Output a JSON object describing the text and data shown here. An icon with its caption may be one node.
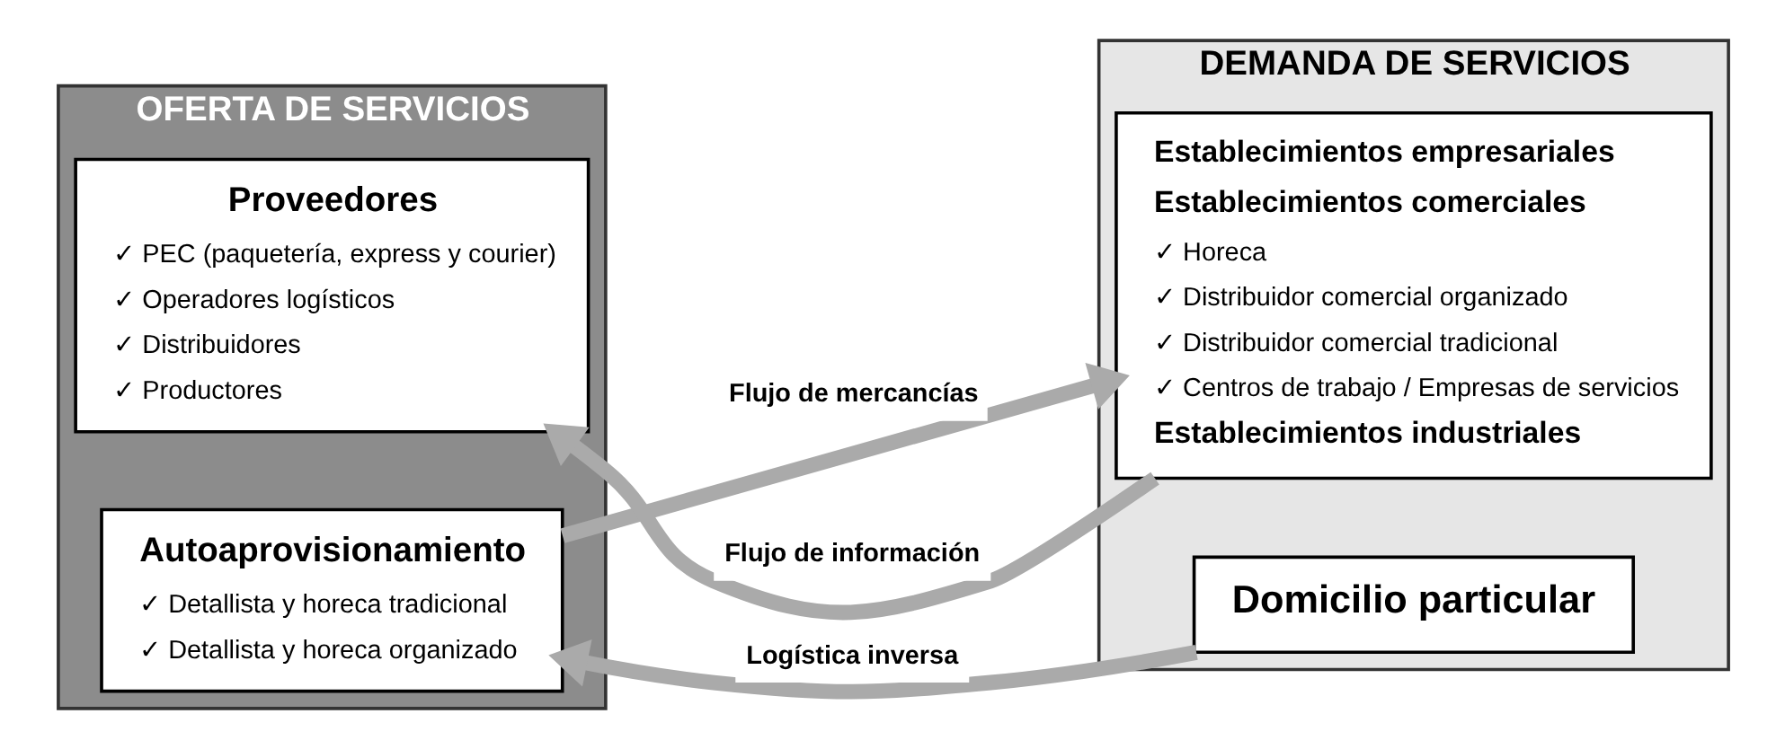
{
  "diagram": {
    "nodes": [
      {
        "text": [
          "OFERTA DE SERVICIOS"
        ]
      },
      {
        "text": [
          "Proveedores",
          "✓ PEC (paquetería, express y courier)",
          "✓ Operadores logísticos",
          "✓ Distribuidores",
          "✓ Productores"
        ],
        "in": 0
      },
      {
        "text": [
          "Autoaprovisionamiento",
          "✓ Detallista y horeca tradicional",
          "✓ Detallista y horeca organizado"
        ],
        "in": 0
      },
      {
        "text": [
          "DEMANDA DE SERVICIOS"
        ]
      },
      {
        "text": [
          "Establecimientos empresariales",
          "Establecimientos comerciales",
          "✓ Horeca",
          "✓ Distribuidor comercial organizado",
          "✓ Distribuidor comercial tradicional",
          "✓ Centros de trabajo / Empresas de servicios",
          "Establecimientos industriales"
        ],
        "in": 3
      },
      {
        "text": [
          "Domicilio particular"
        ],
        "in": 3
      }
    ],
    "edges": [
      {
        "from": 4,
        "to": 1,
        "arrow": "to",
        "label": "Flujo de información"
      },
      {
        "from": 2,
        "to": 4,
        "arrow": "to",
        "label": "Flujo de mercancías"
      },
      {
        "from": 5,
        "to": 2,
        "arrow": "to",
        "label": "Logística inversa"
      }
    ]
  }
}
